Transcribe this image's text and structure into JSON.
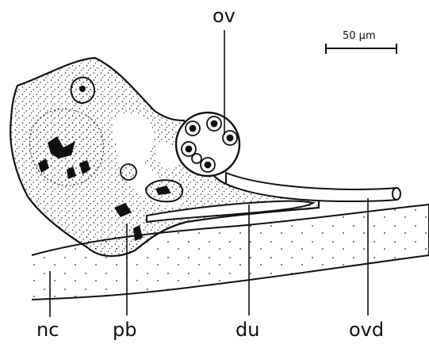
{
  "labels": {
    "ov": "ov",
    "nc": "nc",
    "pb": "pb",
    "du": "du",
    "ovd": "ovd"
  },
  "scale_bar": {
    "text": "50 µm"
  }
}
